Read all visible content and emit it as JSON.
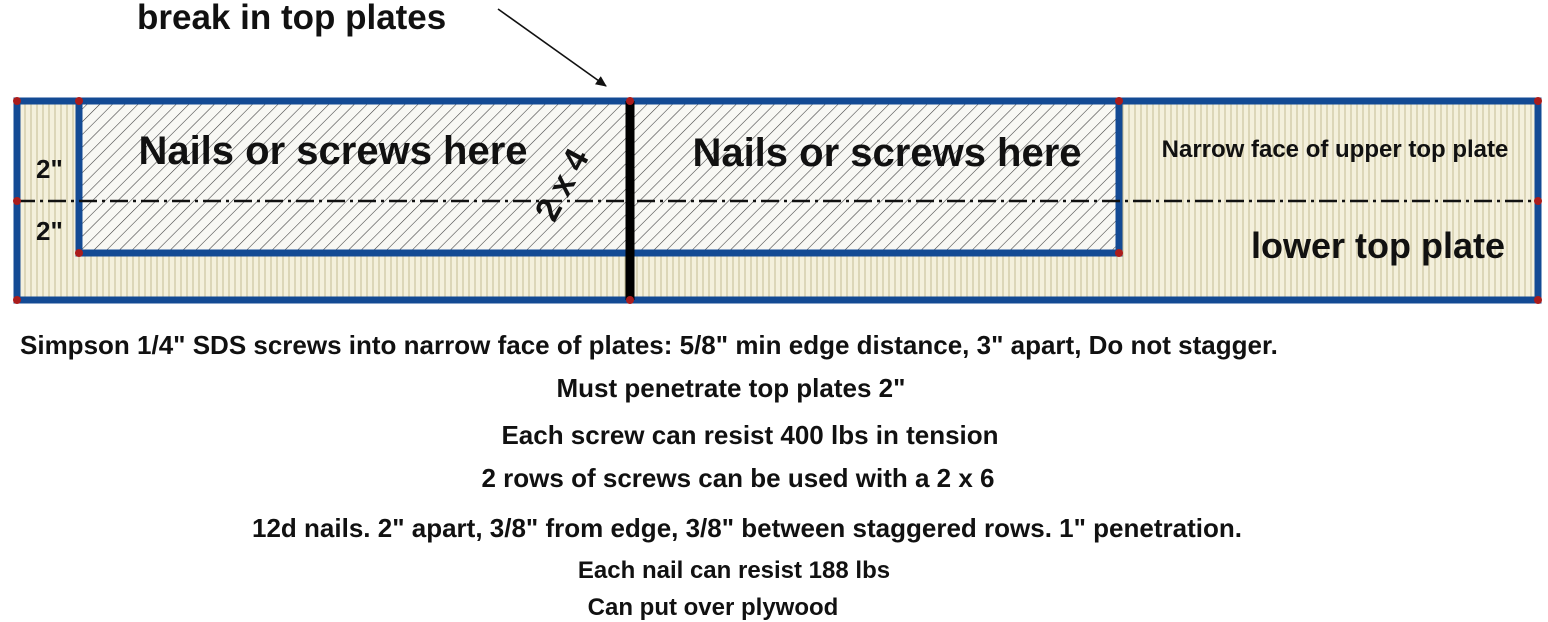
{
  "diagram": {
    "callout": "break in top plates",
    "left_dimensions": {
      "upper": "2\"",
      "lower": "2\""
    },
    "zones": {
      "left_nail_zone": "Nails or screws here",
      "right_nail_zone": "Nails or screws here",
      "upper_plate": "Narrow face of upper top plate",
      "lower_plate": "lower top plate"
    },
    "rotated_label": "2 x 4"
  },
  "notes": [
    "Simpson 1/4\" SDS screws into narrow face of plates: 5/8\" min edge distance, 3\" apart,  Do not stagger.",
    "Must penetrate top plates 2\"",
    "Each screw can resist 400 lbs in tension",
    "2 rows of screws can be used with a 2 x 6",
    "12d nails.  2\" apart, 3/8\" from edge, 3/8\" between staggered rows. 1\" penetration.",
    "Each nail can resist 188 lbs",
    "Can put over plywood"
  ],
  "colors": {
    "plate_outline": "#134a94",
    "plate_fill": "#f4f0dc",
    "grain_lines": "#c4bb95",
    "hatch_lines": "#3c3c3c",
    "corner_dots": "#aa1c1c",
    "text": "#111111"
  }
}
